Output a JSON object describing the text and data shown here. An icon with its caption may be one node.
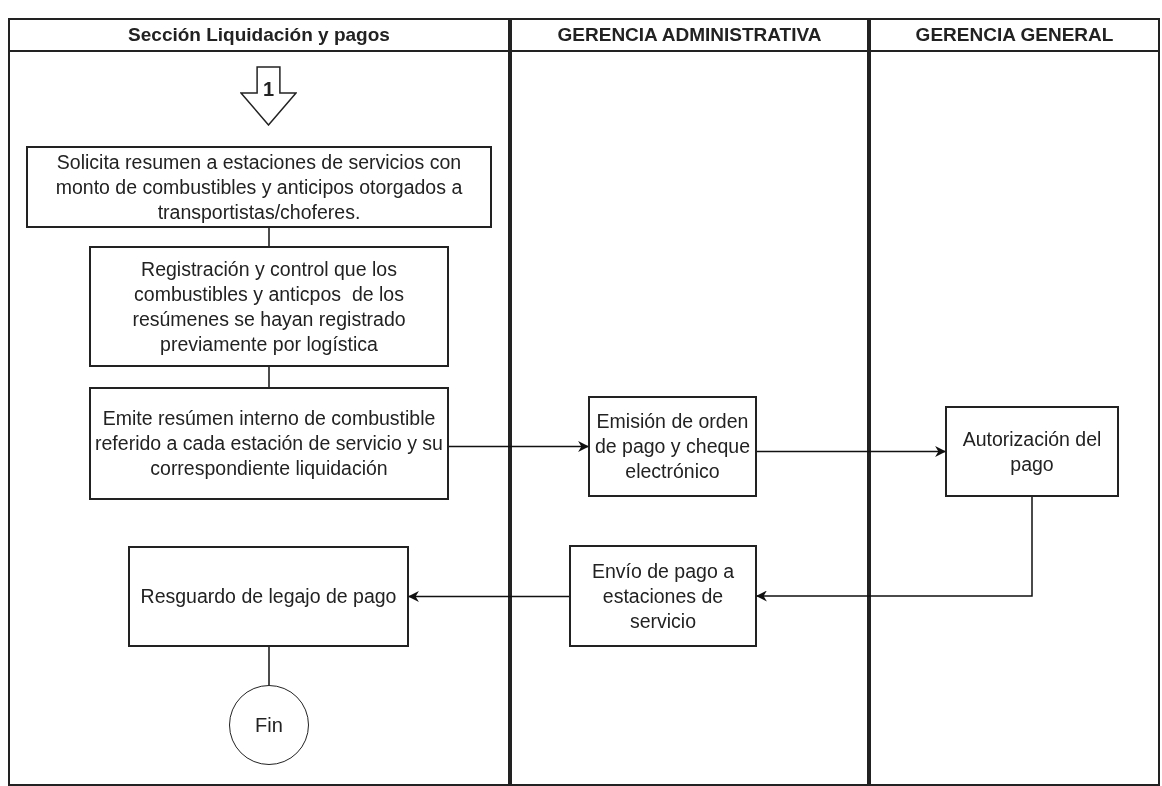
{
  "diagram": {
    "nodes": [
      {
        "text": [
          "Sección Liquidación y pagos"
        ]
      },
      {
        "text": [
          "GERENCIA ADMINISTRATIVA"
        ]
      },
      {
        "text": [
          "GERENCIA GENERAL"
        ]
      },
      {
        "text": [
          "1"
        ],
        "in": 0
      },
      {
        "text": [
          "Solicita resumen a estaciones de servicios con monto de combustibles y anticipos otorgados a transportistas/choferes."
        ],
        "in": 0
      },
      {
        "text": [
          "Registración y control que los combustibles y anticpos  de los resúmenes se hayan registrado previamente por logística"
        ],
        "in": 0
      },
      {
        "text": [
          "Emite resúmen interno de combustible referido a cada estación de servicio y su correspondiente liquidación"
        ],
        "in": 0
      },
      {
        "text": [
          "Emisión de orden de pago y cheque electrónico"
        ],
        "in": 1
      },
      {
        "text": [
          "Autorización del pago"
        ],
        "in": 2
      },
      {
        "text": [
          "Envío de pago a estaciones de servicio"
        ],
        "in": 1
      },
      {
        "text": [
          "Resguardo de legajo de pago"
        ],
        "in": 0
      },
      {
        "text": [
          "Fin"
        ],
        "in": 0
      }
    ],
    "edges": [
      {
        "from": 4,
        "to": 5,
        "arrow": "none"
      },
      {
        "from": 5,
        "to": 6,
        "arrow": "none"
      },
      {
        "from": 6,
        "to": 7,
        "arrow": "to"
      },
      {
        "from": 7,
        "to": 8,
        "arrow": "to"
      },
      {
        "from": 8,
        "to": 9,
        "arrow": "to"
      },
      {
        "from": 9,
        "to": 10,
        "arrow": "to"
      },
      {
        "from": 10,
        "to": 11,
        "arrow": "none"
      }
    ]
  }
}
